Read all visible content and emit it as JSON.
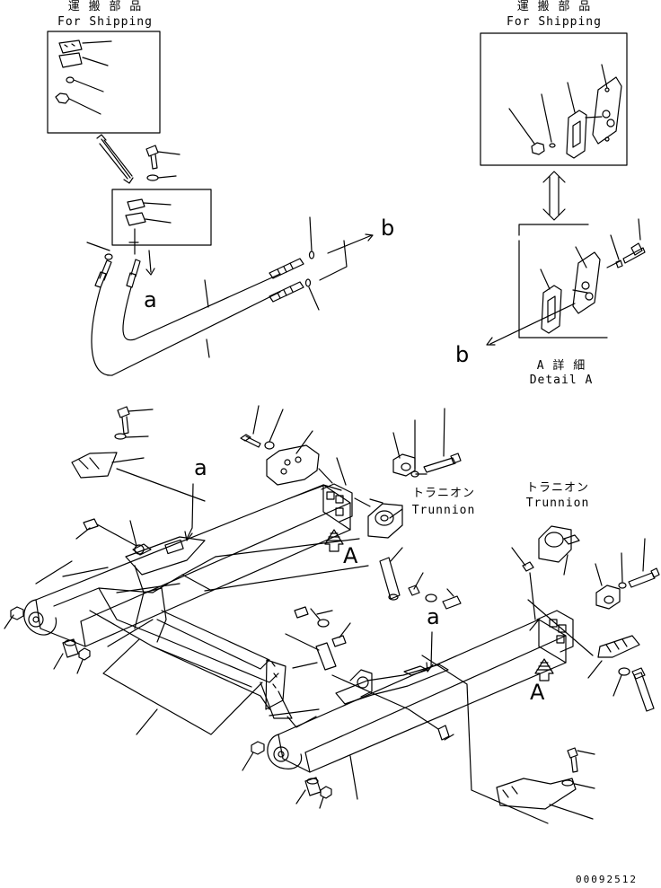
{
  "shipping_left": {
    "jp": "運 搬 部 品",
    "en": "For Shipping"
  },
  "shipping_right": {
    "jp": "運 搬 部 品",
    "en": "For Shipping"
  },
  "detail_a": {
    "jp": "A 詳 細",
    "en": "Detail A"
  },
  "trunnion_left": {
    "jp": "トラニオン",
    "en": "Trunnion"
  },
  "trunnion_right": {
    "jp": "トラニオン",
    "en": "Trunnion"
  },
  "ref_letters": {
    "a_top": "a",
    "b_right": "b",
    "b_left": "b",
    "a_mid": "a",
    "a_center": "a",
    "A_left": "A",
    "A_right": "A"
  },
  "drawing_number": "00092512"
}
